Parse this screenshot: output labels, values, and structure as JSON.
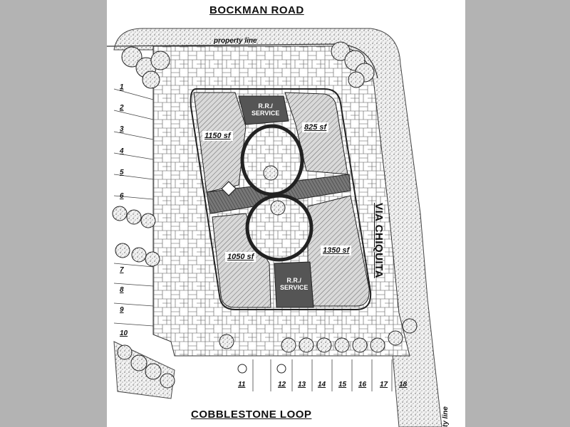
{
  "roads": {
    "north": "BOCKMAN ROAD",
    "south": "COBBLESTONE LOOP",
    "east": "VIA CHIQUITA"
  },
  "property_line_label": "property line",
  "property_line_label_corner": "ty line",
  "buildings": [
    {
      "id": "nw",
      "area": "1150 sf"
    },
    {
      "id": "ne",
      "area": "825 sf"
    },
    {
      "id": "sw",
      "area": "1050 sf"
    },
    {
      "id": "se",
      "area": "1350 sf"
    }
  ],
  "service_areas": [
    {
      "id": "north",
      "line1": "R.R./",
      "line2": "SERVICE"
    },
    {
      "id": "south",
      "line1": "R.R./",
      "line2": "SERVICE"
    }
  ],
  "parking_left": [
    "1",
    "2",
    "3",
    "4",
    "5",
    "6",
    "7",
    "8",
    "9",
    "10"
  ],
  "parking_bottom": [
    "11",
    "12",
    "13",
    "14",
    "15",
    "16",
    "17",
    "18"
  ],
  "colors": {
    "background": "#b3b3b3",
    "sheet": "#ffffff",
    "building_hatch": "#888888",
    "service_fill": "#555555",
    "linework": "#222222"
  }
}
